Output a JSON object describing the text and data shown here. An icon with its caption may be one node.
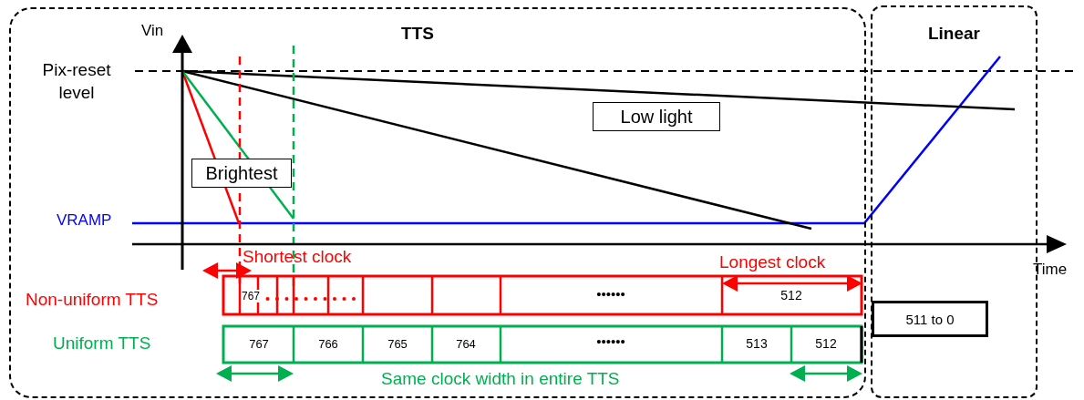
{
  "diagram": {
    "nodes": [
      {
        "text": [
          "TTS"
        ]
      },
      {
        "text": [
          "Linear"
        ]
      },
      {
        "text": [
          "Brightest"
        ],
        "in": 0
      },
      {
        "text": [
          "Low light"
        ],
        "in": 0
      },
      {
        "text": [
          "511 to 0"
        ],
        "in": 1
      }
    ],
    "labels": [
      "Vin",
      "Pix-reset level",
      "VRAMP",
      "Time",
      "Shortest clock",
      "Longest clock",
      "Non-uniform TTS",
      "767",
      "••••••",
      "512",
      "Uniform TTS",
      "767",
      "766",
      "765",
      "764",
      "••••••",
      "513",
      "512",
      "Same clock width in entire TTS"
    ]
  }
}
